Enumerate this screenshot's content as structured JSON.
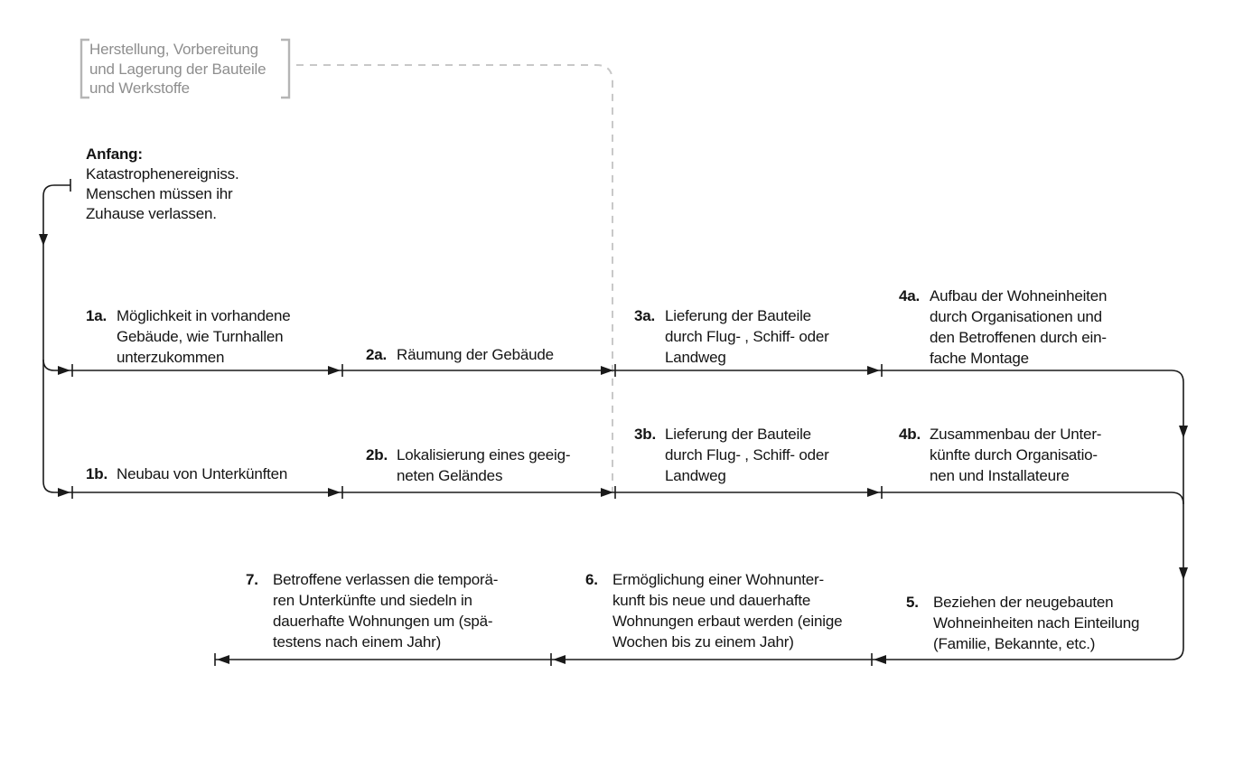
{
  "note": {
    "text": "Herstellung, Vorbereitung\nund Lagerung der Bauteile\nund Werkstoffe"
  },
  "start": {
    "label": "Anfang:",
    "text": "Katastrophenereigniss.\nMenschen müssen ihr\nZuhause verlassen."
  },
  "steps": [
    {
      "number": "1a.",
      "text": "Möglichkeit in vorhandene\nGebäude, wie Turnhallen\nunterzukommen"
    },
    {
      "number": "2a.",
      "text": "Räumung der Gebäude"
    },
    {
      "number": "3a.",
      "text": "Lieferung der Bauteile\ndurch Flug- , Schiff- oder\nLandweg"
    },
    {
      "number": "4a.",
      "text": "Aufbau der Wohneinheiten\ndurch Organisationen und\nden Betroffenen durch ein-\nfache Montage"
    },
    {
      "number": "1b.",
      "text": "Neubau von Unterkünften"
    },
    {
      "number": "2b.",
      "text": "Lokalisierung eines geeig-\nneten Geländes"
    },
    {
      "number": "3b.",
      "text": "Lieferung der Bauteile\ndurch Flug- , Schiff- oder\nLandweg"
    },
    {
      "number": "4b.",
      "text": "Zusammenbau der Unter-\nkünfte durch Organisatio-\nnen und Installateure"
    },
    {
      "number": "5.",
      "text": "Beziehen der neugebauten\nWohneinheiten nach Einteilung\n(Familie, Bekannte, etc.)"
    },
    {
      "number": "6.",
      "text": "Ermöglichung einer Wohnunter-\nkunft bis neue und dauerhafte\nWohnungen erbaut werden (einige\nWochen bis zu einem Jahr)"
    },
    {
      "number": "7.",
      "text": "Betroffene verlassen die temporä-\nren Unterkünfte und siedeln in\ndauerhafte Wohnungen um (spä-\ntestens nach einem Jahr)"
    }
  ],
  "colors": {
    "line": "#1a1a1a",
    "note_text": "#8e8e8e",
    "bracket": "#b5b5b5",
    "dashed_connector": "#c8c8c8",
    "background": "#ffffff"
  }
}
